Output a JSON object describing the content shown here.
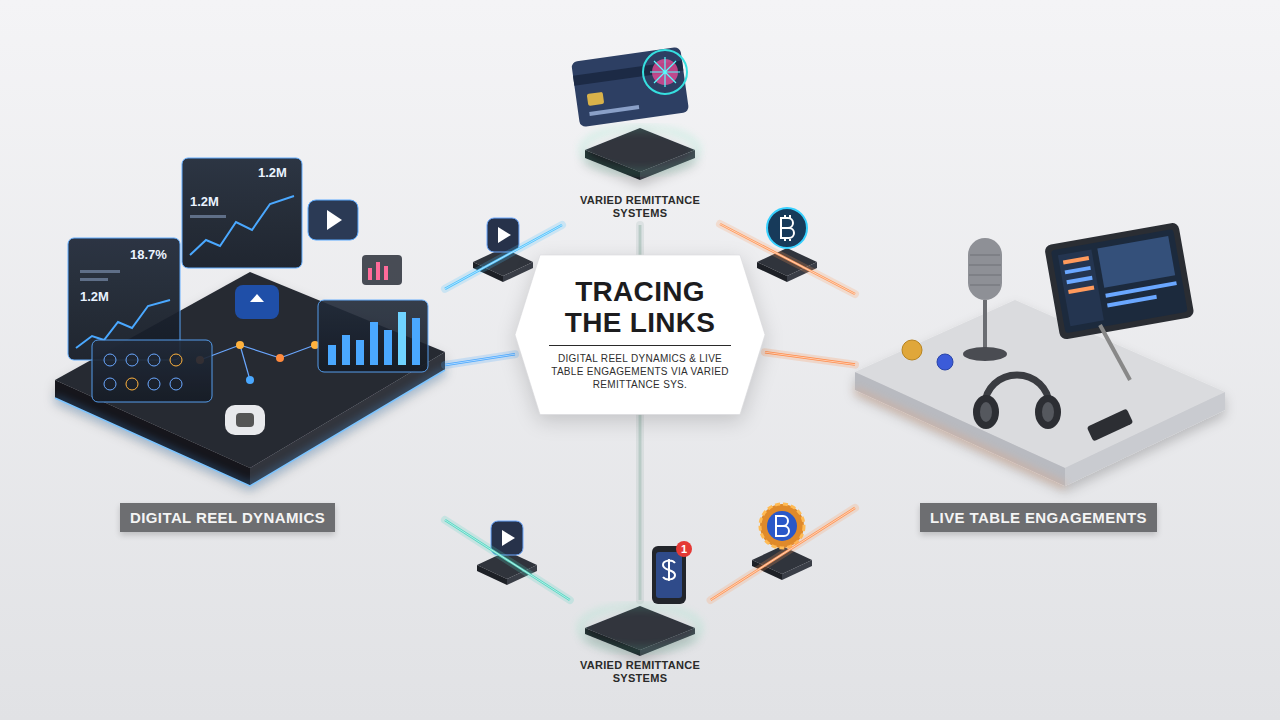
{
  "diagram": {
    "nodes": [
      {
        "text": [
          "VARIED REMITTANCE SYSTEMS"
        ]
      },
      {
        "text": [
          "TRACING THE LINKS",
          "DIGITAL REEL DYNAMICS & LIVE TABLE ENGAGEMENTS VIA VARIED REMITTANCE SYS."
        ]
      },
      {
        "text": [
          "DIGITAL REEL DYNAMICS"
        ]
      },
      {
        "text": [
          "LIVE TABLE ENGAGEMENTS"
        ]
      },
      {
        "text": [
          "VARIED REMITTANCE SYSTEMS"
        ]
      }
    ],
    "edges": [
      {
        "from": 2,
        "to": 0,
        "arrow": "none"
      },
      {
        "from": 0,
        "to": 3,
        "arrow": "none"
      },
      {
        "from": 2,
        "to": 4,
        "arrow": "none"
      },
      {
        "from": 4,
        "to": 3,
        "arrow": "none"
      },
      {
        "from": 2,
        "to": 1,
        "arrow": "none"
      },
      {
        "from": 0,
        "to": 1,
        "arrow": "none"
      },
      {
        "from": 3,
        "to": 1,
        "arrow": "none"
      },
      {
        "from": 4,
        "to": 1,
        "arrow": "none"
      }
    ],
    "labels": [
      "1.2M",
      "18.7%",
      "1.2M",
      "1.2M",
      "1"
    ]
  }
}
